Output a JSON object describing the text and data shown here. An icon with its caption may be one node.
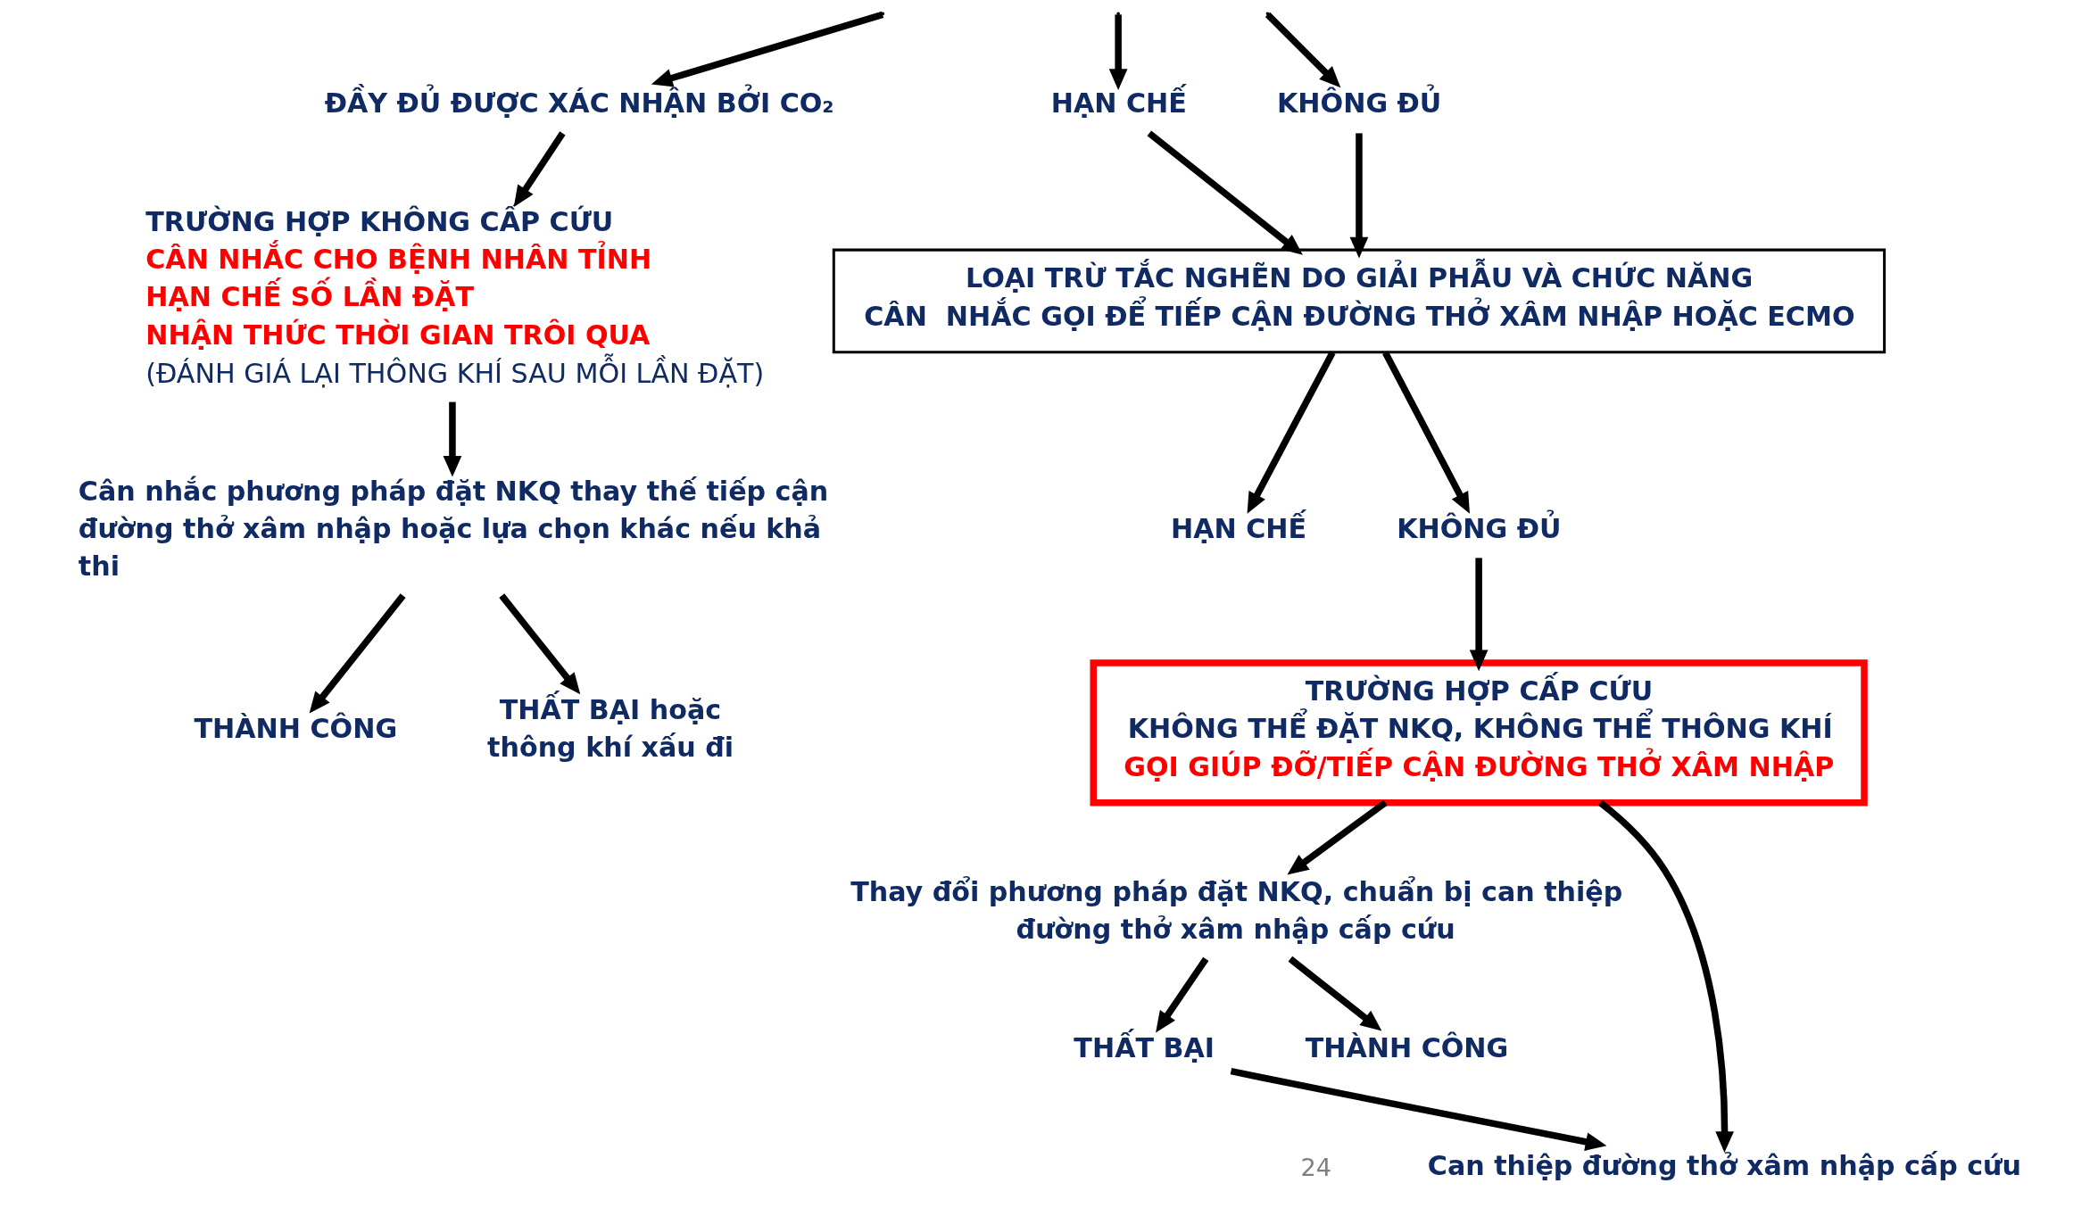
{
  "diagram": {
    "nodes": [
      {
        "text": [
          "ĐẦY ĐỦ ĐƯỢC XÁC NHẬN BỞI CO₂"
        ]
      },
      {
        "text": [
          "HẠN CHẾ"
        ]
      },
      {
        "text": [
          "KHÔNG ĐỦ"
        ]
      },
      {
        "text": [
          "LOẠI TRỪ TẮC NGHẼN DO GIẢI PHẪU VÀ CHỨC NĂNG",
          "CÂN  NHẮC GỌI ĐỂ TIẾP CẬN ĐƯỜNG THỞ XÂM NHẬP HOẶC ECMO"
        ]
      },
      {
        "text": [
          "HẠN CHẾ"
        ]
      },
      {
        "text": [
          "KHÔNG ĐỦ"
        ]
      },
      {
        "text": [
          "TRƯỜNG HỢP KHÔNG CẤP CỨU",
          "CÂN NHẮC CHO BỆNH NHÂN TỈNH",
          "HẠN CHẾ SỐ LẦN ĐẶT",
          "NHẬN THỨC THỜI GIAN TRÔI QUA",
          "(ĐÁNH GIÁ LẠI THÔNG KHÍ SAU MỖI LẦN ĐẶT)"
        ]
      },
      {
        "text": [
          "Cân nhắc phương pháp đặt NKQ thay thế tiếp cận đường thở xâm nhập hoặc lựa chọn khác nếu khả thi"
        ]
      },
      {
        "text": [
          "THÀNH CÔNG"
        ]
      },
      {
        "text": [
          "THẤT BẠI hoặc thông khí xấu đi"
        ]
      },
      {
        "text": [
          "TRƯỜNG HỢP CẤP CỨU",
          "KHÔNG THỂ ĐẶT NKQ, KHÔNG THỂ THÔNG KHÍ",
          "GỌI GIÚP ĐỠ/TIẾP CẬN ĐƯỜNG THỞ XÂM NHẬP"
        ]
      },
      {
        "text": [
          "Thay đổi phương pháp đặt NKQ, chuẩn bị can thiệp đường thở xâm nhập cấp cứu"
        ]
      },
      {
        "text": [
          "THẤT BẠI"
        ]
      },
      {
        "text": [
          "THÀNH CÔNG"
        ]
      },
      {
        "text": [
          "Can thiệp đường thở xâm nhập cấp cứu"
        ]
      }
    ],
    "edges": [
      {
        "from": null,
        "to": 0,
        "arrow": "to"
      },
      {
        "from": null,
        "to": 1,
        "arrow": "to"
      },
      {
        "from": null,
        "to": 2,
        "arrow": "to"
      },
      {
        "from": 0,
        "to": 6,
        "arrow": "to"
      },
      {
        "from": 1,
        "to": 3,
        "arrow": "to"
      },
      {
        "from": 2,
        "to": 3,
        "arrow": "to"
      },
      {
        "from": 3,
        "to": 4,
        "arrow": "to"
      },
      {
        "from": 3,
        "to": 5,
        "arrow": "to"
      },
      {
        "from": 5,
        "to": 10,
        "arrow": "to"
      },
      {
        "from": 6,
        "to": 7,
        "arrow": "to"
      },
      {
        "from": 7,
        "to": 8,
        "arrow": "to"
      },
      {
        "from": 7,
        "to": 9,
        "arrow": "to"
      },
      {
        "from": 10,
        "to": 11,
        "arrow": "to"
      },
      {
        "from": 10,
        "to": 14,
        "arrow": "to"
      },
      {
        "from": 11,
        "to": 12,
        "arrow": "to"
      },
      {
        "from": 11,
        "to": 13,
        "arrow": "to"
      },
      {
        "from": 12,
        "to": 14,
        "arrow": "to"
      }
    ],
    "labels": [
      "24"
    ]
  }
}
